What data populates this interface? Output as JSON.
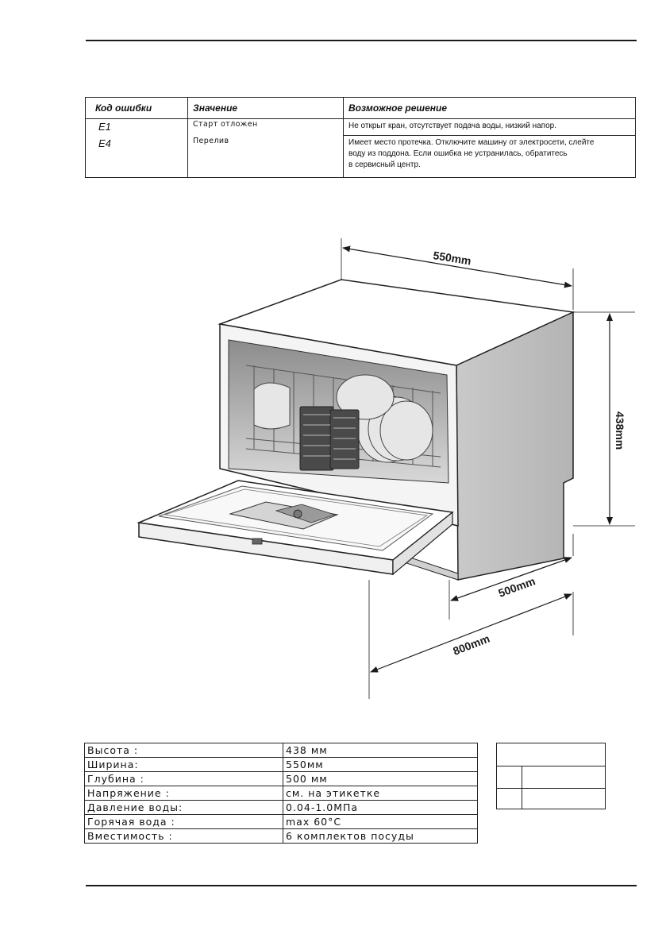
{
  "error_table": {
    "headers": [
      "Код ошибки",
      "Значение",
      "Возможное решение"
    ],
    "rows": [
      {
        "code": "E1",
        "meaning": "Старт отложен",
        "solution": [
          "Не открыт кран, отсутствует подача воды, низкий напор."
        ]
      },
      {
        "code": "E4",
        "meaning": "Перелив",
        "solution": [
          "Имеет место протечка. Отключите машину от электросети, слейте",
          "воду из поддона. Если ошибка не устранилась, обратитесь",
          "в сервисный центр."
        ]
      }
    ]
  },
  "diagram": {
    "dimensions": {
      "width": "550mm",
      "height": "438mm",
      "depth": "500mm",
      "open_depth": "800mm"
    }
  },
  "specs": [
    {
      "label": "Высота :",
      "value": "438 мм"
    },
    {
      "label": "Ширина:",
      "value": "550мм"
    },
    {
      "label": "Глубина :",
      "value": "500 мм"
    },
    {
      "label": "Напряжение :",
      "value": "см. на этикетке"
    },
    {
      "label": "Давление воды:",
      "value": "0.04-1.0MПa"
    },
    {
      "label": "Горячая вода :",
      "value": "max 60°C"
    },
    {
      "label": "Вместимость :",
      "value": "6 комплектов посуды"
    }
  ]
}
